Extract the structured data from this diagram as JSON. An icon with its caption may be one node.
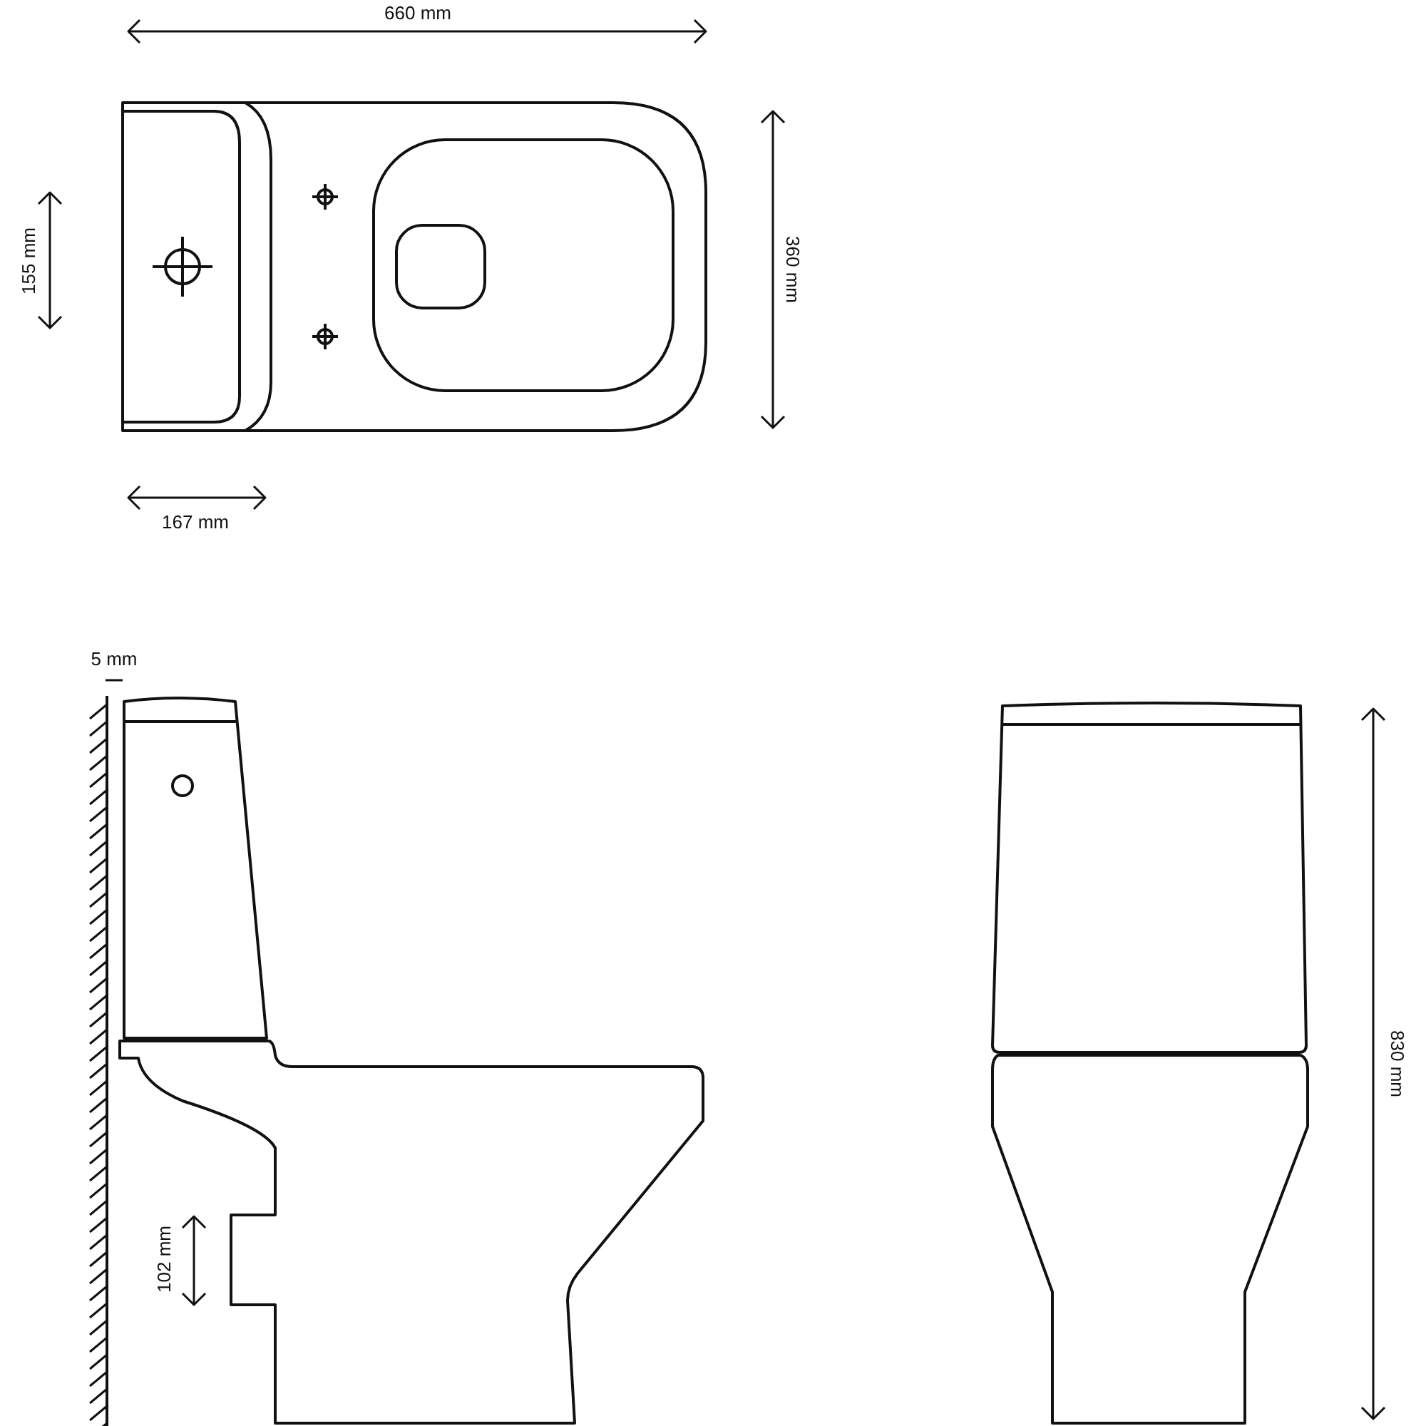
{
  "diagram": {
    "labels": [
      "660 mm",
      "155 mm",
      "360 mm",
      "167 mm",
      "5 mm",
      "102 mm",
      "830 mm"
    ]
  }
}
